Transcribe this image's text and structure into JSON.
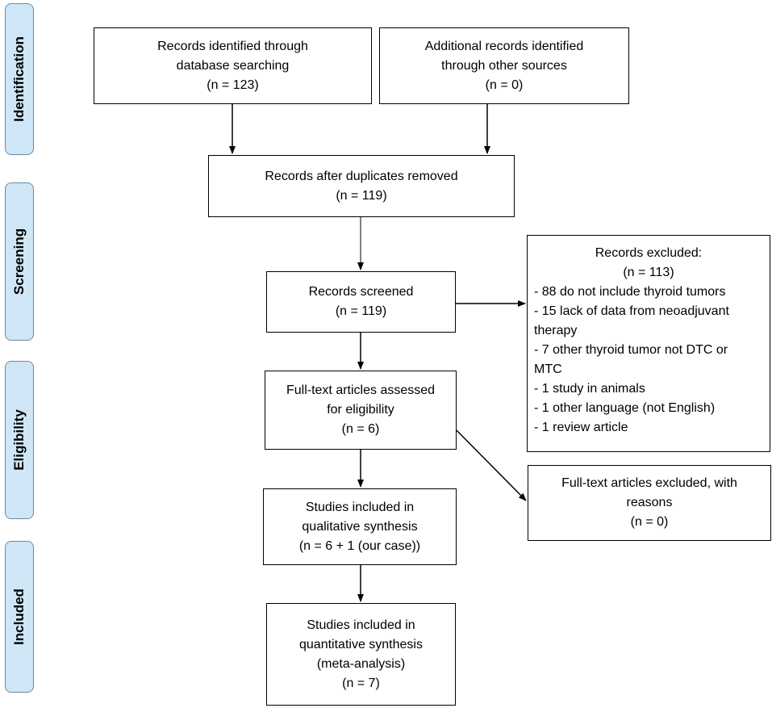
{
  "phases": {
    "identification": "Identification",
    "screening": "Screening",
    "eligibility": "Eligibility",
    "included": "Included"
  },
  "boxes": {
    "db_search": [
      "Records identified through",
      "database searching",
      "(n = 123)"
    ],
    "other_sources": [
      "Additional records identified",
      "through other sources",
      "(n = 0)"
    ],
    "after_duplicates": [
      "Records after duplicates removed",
      "(n = 119)"
    ],
    "screened": [
      "Records screened",
      "(n = 119)"
    ],
    "excluded": {
      "title": "Records excluded:",
      "count": "(n = 113)",
      "reasons": [
        "- 88 do not include thyroid tumors",
        "- 15 lack of data from neoadjuvant",
        "therapy",
        "- 7 other thyroid tumor not DTC or",
        "MTC",
        "- 1 study in animals",
        "- 1 other language (not English)",
        "- 1 review article"
      ]
    },
    "fulltext_assessed": [
      "Full-text articles assessed",
      "for eligibility",
      "(n = 6)"
    ],
    "fulltext_excluded": [
      "Full-text articles excluded, with",
      "reasons",
      "(n = 0)"
    ],
    "qualitative": [
      "Studies included in",
      "qualitative synthesis",
      "(n = 6 + 1 (our case))"
    ],
    "quantitative": [
      "Studies included in",
      "quantitative synthesis",
      "(meta-analysis)",
      "(n = 7)"
    ]
  }
}
